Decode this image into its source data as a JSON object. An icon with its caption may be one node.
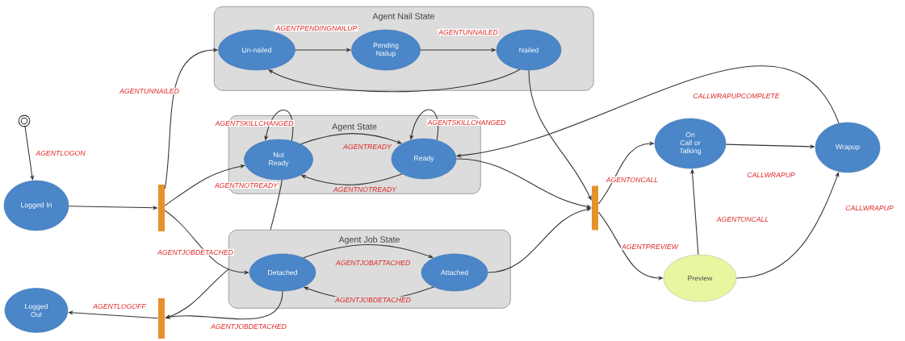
{
  "diagram": {
    "nodes": [
      {
        "text": [],
        "shape": "circle"
      },
      {
        "text": [
          "Logged In"
        ]
      },
      {
        "text": [
          "Logged Out"
        ]
      },
      {
        "text": [],
        "shape": "bar"
      },
      {
        "text": [],
        "shape": "bar"
      },
      {
        "text": [
          "Agent Nail State"
        ]
      },
      {
        "text": [
          "Un-nailed"
        ],
        "in": 5
      },
      {
        "text": [
          "Pending Nailup"
        ],
        "in": 5
      },
      {
        "text": [
          "Nailed"
        ],
        "in": 5
      },
      {
        "text": [
          "Agent State"
        ]
      },
      {
        "text": [
          "Not Ready"
        ],
        "in": 9
      },
      {
        "text": [
          "Ready"
        ],
        "in": 9
      },
      {
        "text": [
          "Agent Job State"
        ]
      },
      {
        "text": [
          "Detached"
        ],
        "in": 12
      },
      {
        "text": [
          "Attached"
        ],
        "in": 12
      },
      {
        "text": [],
        "shape": "bar"
      },
      {
        "text": [
          "On Call or Talking"
        ]
      },
      {
        "text": [
          "Wrapup"
        ]
      },
      {
        "text": [
          "Preview"
        ]
      }
    ],
    "edges": [
      {
        "from": 0,
        "to": 1,
        "arrow": "to",
        "label": "AGENTLOGON"
      },
      {
        "from": 1,
        "to": 3,
        "arrow": "to"
      },
      {
        "from": 3,
        "to": 6,
        "arrow": "to",
        "label": "AGENTUNNAILED"
      },
      {
        "from": 3,
        "to": 10,
        "arrow": "to",
        "label": "AGENTNOTREADY"
      },
      {
        "from": 3,
        "to": 13,
        "arrow": "to",
        "label": "AGENTJOBDETACHED"
      },
      {
        "from": 6,
        "to": 7,
        "arrow": "to",
        "label": "AGENTPENDINGNAILUP"
      },
      {
        "from": 7,
        "to": 8,
        "arrow": "to",
        "label": "AGENTUNNAILED"
      },
      {
        "from": 8,
        "to": 6,
        "arrow": "to"
      },
      {
        "from": 10,
        "to": 10,
        "arrow": "to",
        "label": "AGENTSKILLCHANGED"
      },
      {
        "from": 11,
        "to": 11,
        "arrow": "to",
        "label": "AGENTSKILLCHANGED"
      },
      {
        "from": 10,
        "to": 11,
        "arrow": "to",
        "label": "AGENTREADY"
      },
      {
        "from": 11,
        "to": 10,
        "arrow": "to",
        "label": "AGENTNOTREADY"
      },
      {
        "from": 13,
        "to": 14,
        "arrow": "to",
        "label": "AGENTJOBATTACHED"
      },
      {
        "from": 14,
        "to": 13,
        "arrow": "to",
        "label": "AGENTJOBDETACHED"
      },
      {
        "from": 10,
        "to": 12,
        "arrow": "none"
      },
      {
        "from": 8,
        "to": 15,
        "arrow": "to"
      },
      {
        "from": 11,
        "to": 15,
        "arrow": "to"
      },
      {
        "from": 14,
        "to": 15,
        "arrow": "to"
      },
      {
        "from": 15,
        "to": 16,
        "arrow": "to",
        "label": "AGENTONCALL"
      },
      {
        "from": 15,
        "to": 18,
        "arrow": "to",
        "label": "AGENTPREVIEW"
      },
      {
        "from": 16,
        "to": 17,
        "arrow": "to",
        "label": "CALLWRAPUP"
      },
      {
        "from": 18,
        "to": 16,
        "arrow": "to",
        "label": "AGENTONCALL"
      },
      {
        "from": 18,
        "to": 17,
        "arrow": "to",
        "label": "CALLWRAPUP"
      },
      {
        "from": 17,
        "to": 11,
        "arrow": "to",
        "label": "CALLWRAPUPCOMPLETE"
      },
      {
        "from": 13,
        "to": 4,
        "arrow": "to",
        "label": "AGENTJOBDETACHED"
      },
      {
        "from": 12,
        "to": 4,
        "arrow": "to"
      },
      {
        "from": 4,
        "to": 2,
        "arrow": "to",
        "label": "AGENTLOGOFF"
      }
    ]
  }
}
